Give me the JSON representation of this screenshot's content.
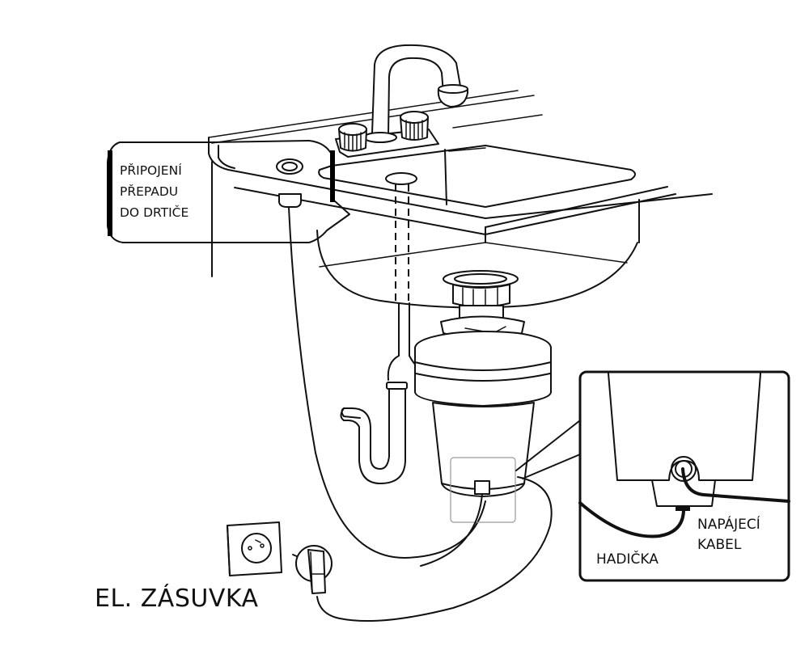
{
  "diagram": {
    "title": "Garbage disposer installation under sink",
    "language": "cs",
    "labels": {
      "overflow_connection": [
        "PŘIPOJENÍ",
        "PŘEPADU",
        "DO DRTIČE"
      ],
      "power_socket": "EL. ZÁSUVKA",
      "power_cable": [
        "NAPÁJECÍ",
        "KABEL"
      ],
      "hose": "HADIČKA"
    },
    "components": [
      {
        "id": "sink",
        "name": "Kitchen sink with countertop"
      },
      {
        "id": "faucet",
        "name": "Faucet with two knobs"
      },
      {
        "id": "overflow-port",
        "name": "Overflow / air switch port"
      },
      {
        "id": "disposer",
        "name": "Food waste disposer"
      },
      {
        "id": "drain-trap",
        "name": "P-trap drain pipe"
      },
      {
        "id": "socket",
        "name": "Wall power socket"
      },
      {
        "id": "plug",
        "name": "Power plug"
      },
      {
        "id": "detail-inset",
        "name": "Detail view of disposer base with cable and hose"
      }
    ],
    "colors": {
      "line": "#111111",
      "background": "#ffffff",
      "detail_box_border": "#9a9a9a"
    }
  }
}
